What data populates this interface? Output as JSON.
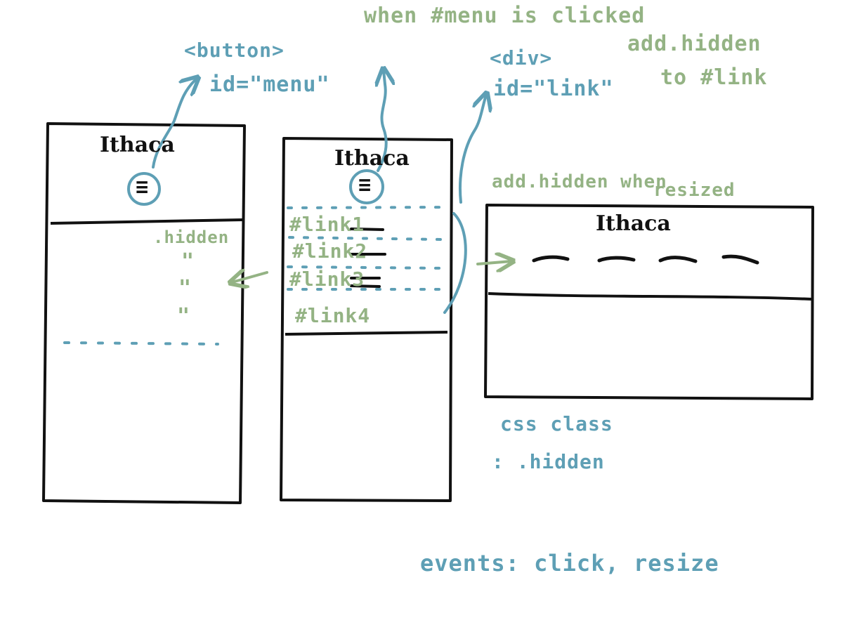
{
  "brand_title": "Ithaca",
  "annotations": {
    "button_tag": "<button>",
    "button_id": "id=\"menu\"",
    "div_tag": "<div>",
    "div_id": "id=\"link\"",
    "click_rule_line1": "when #menu is clicked",
    "click_rule_line2": "add.hidden",
    "click_rule_line3": "to #link",
    "resize_rule_line1": "add.hidden when",
    "resize_rule_line2": "resized",
    "hidden_label": ".hidden",
    "ditto_1": "\"",
    "ditto_2": "\"",
    "ditto_3": "\"",
    "css_class_line1": "css class",
    "css_class_line2": ": .hidden",
    "events_label": "events: click, resize"
  },
  "links": [
    "#link1",
    "#link2",
    "#link3",
    "#link4"
  ],
  "menu_glyph": "≡",
  "colors": {
    "green": "#94b384",
    "blue": "#5e9fb5",
    "ink": "#111111"
  }
}
